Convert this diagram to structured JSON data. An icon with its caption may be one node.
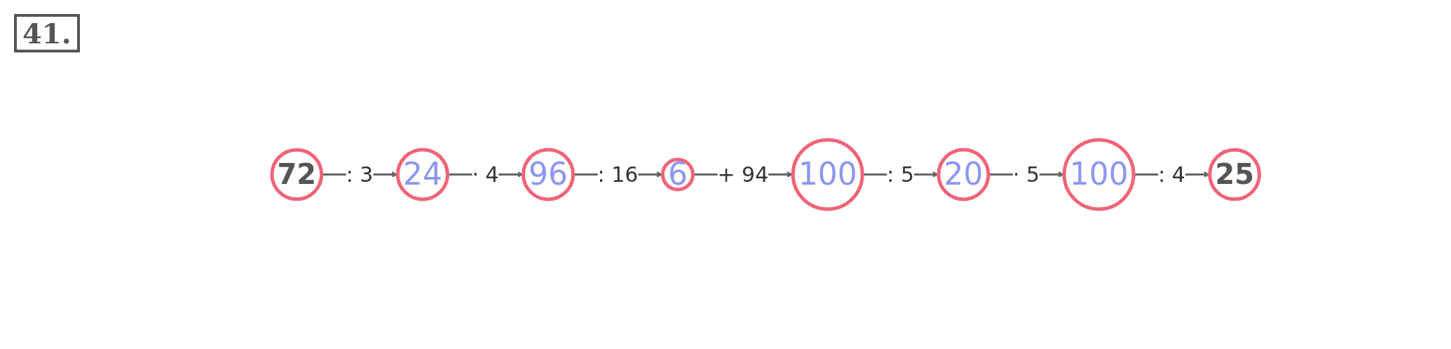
{
  "diagram": {
    "title": "41.",
    "nodes": [
      {
        "text": [
          "72"
        ]
      },
      {
        "text": [
          "24"
        ]
      },
      {
        "text": [
          "96"
        ]
      },
      {
        "text": [
          "6"
        ]
      },
      {
        "text": [
          "100"
        ]
      },
      {
        "text": [
          "20"
        ]
      },
      {
        "text": [
          "100"
        ]
      },
      {
        "text": [
          "25"
        ]
      }
    ],
    "edges": [
      {
        "from": 0,
        "to": 1,
        "arrow": "to",
        "label": ": 3"
      },
      {
        "from": 1,
        "to": 2,
        "arrow": "to",
        "label": "· 4"
      },
      {
        "from": 2,
        "to": 3,
        "arrow": "to",
        "label": ": 16"
      },
      {
        "from": 3,
        "to": 4,
        "arrow": "to",
        "label": "+ 94"
      },
      {
        "from": 4,
        "to": 5,
        "arrow": "to",
        "label": ": 5"
      },
      {
        "from": 5,
        "to": 6,
        "arrow": "to",
        "label": "· 5"
      },
      {
        "from": 6,
        "to": 7,
        "arrow": "to",
        "label": ": 4"
      }
    ]
  }
}
